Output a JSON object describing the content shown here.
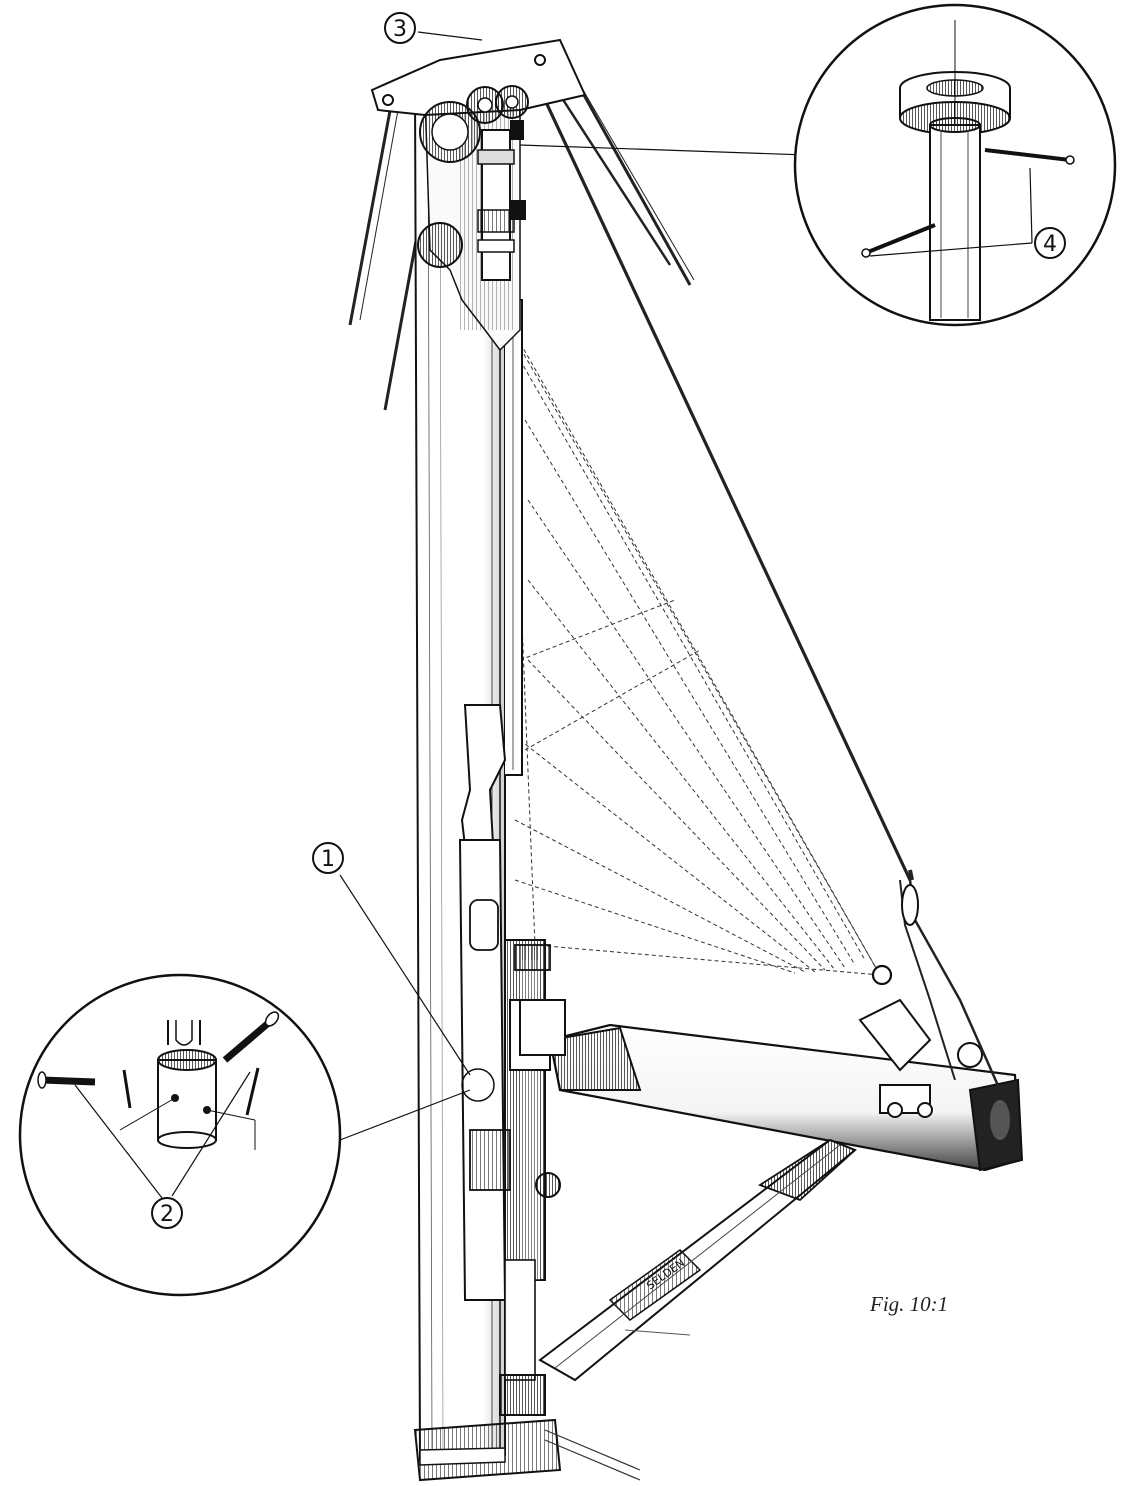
{
  "figure": {
    "caption": "Fig. 10:1"
  },
  "callouts": [
    {
      "id": "1",
      "text": "1"
    },
    {
      "id": "2",
      "text": "2"
    },
    {
      "id": "3",
      "text": "3"
    },
    {
      "id": "4",
      "text": "4"
    }
  ],
  "boom": {
    "logo_text": "SELDEN"
  },
  "colors": {
    "ink": "#111111",
    "paper": "#ffffff",
    "shade": "#555555"
  }
}
